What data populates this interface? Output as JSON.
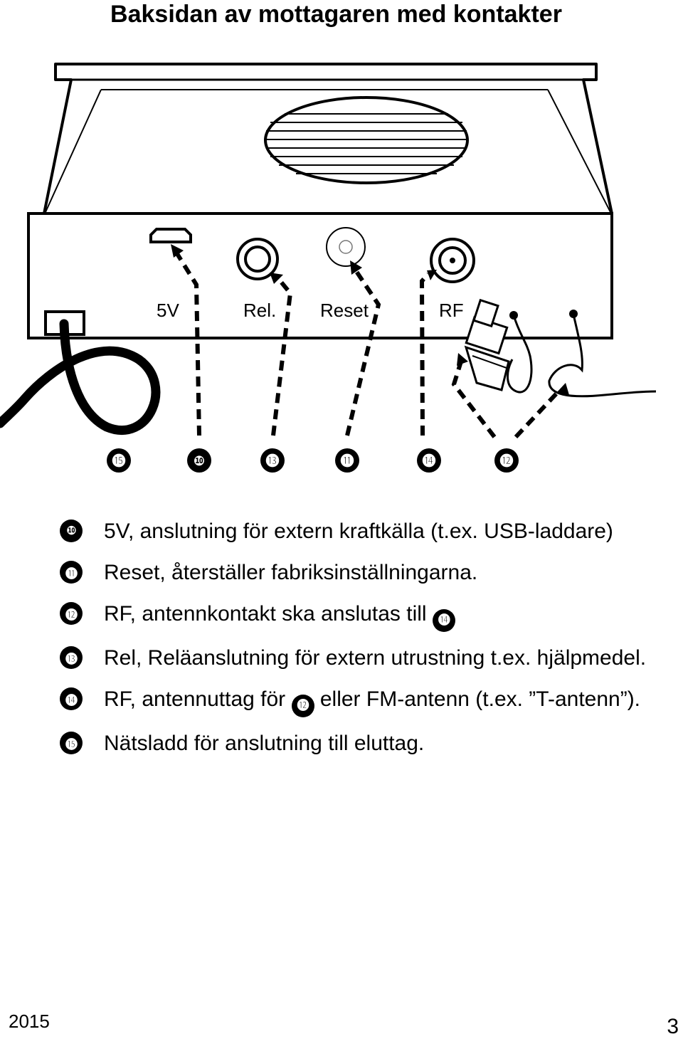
{
  "title": "Baksidan av mottagaren med kontakter",
  "diagram": {
    "port_labels": {
      "v5": "5V",
      "rel": "Rel.",
      "reset": "Reset",
      "rf": "RF"
    },
    "callouts": [
      "⓯",
      "❿",
      "⓭",
      "⓫",
      "⓮",
      "⓬"
    ]
  },
  "legend": [
    {
      "num": "❿",
      "text": "5V, anslutning för extern kraftkälla (t.ex. USB-laddare)"
    },
    {
      "num": "⓫",
      "text": "Reset, återställer fabriksinställningarna."
    },
    {
      "num": "⓬",
      "text_before": "RF, antennkontakt ska anslutas till",
      "ref": "⓮"
    },
    {
      "num": "⓭",
      "text": "Rel, Reläanslutning för extern utrustning t.ex. hjälpmedel."
    },
    {
      "num": "⓮",
      "text_before": "RF, antennuttag för",
      "ref": "⓬",
      "text_after": "eller FM-antenn (t.ex. ”T-antenn”)."
    },
    {
      "num": "⓯",
      "text": "Nätsladd för anslutning till eluttag."
    }
  ],
  "footer": {
    "year": "2015",
    "page": "3"
  }
}
